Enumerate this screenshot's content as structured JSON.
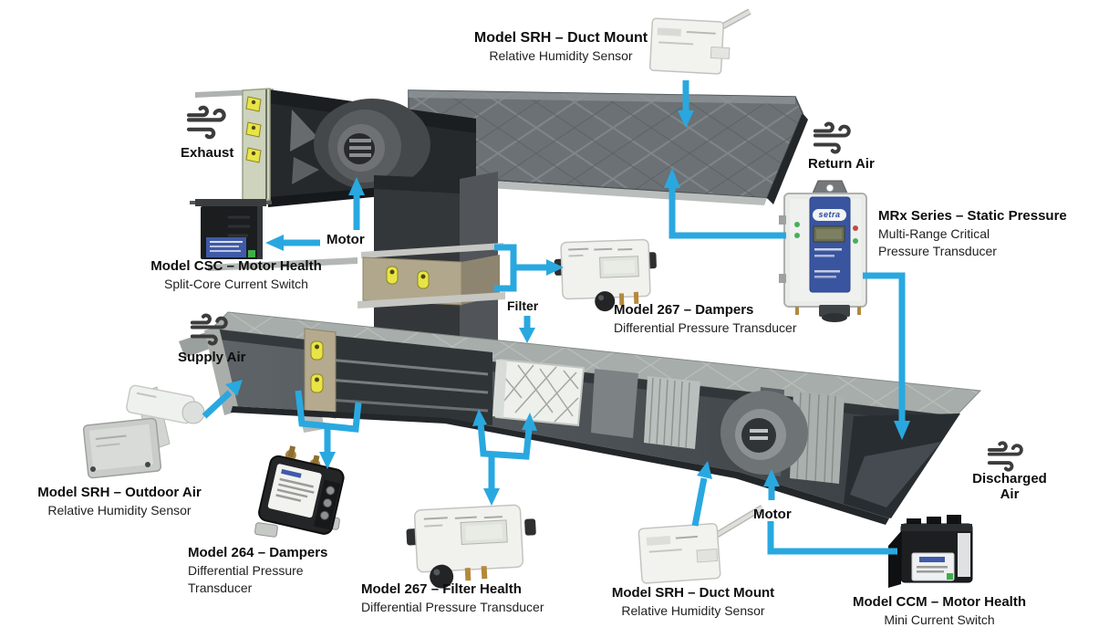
{
  "airflow": {
    "exhaust": {
      "label": "Exhaust",
      "icon": "wind-icon"
    },
    "supply_air": {
      "label": "Supply Air",
      "icon": "wind-icon"
    },
    "return_air": {
      "label": "Return Air",
      "icon": "wind-icon"
    },
    "discharged_air": {
      "line1": "Discharged",
      "line2": "Air",
      "icon": "wind-icon"
    }
  },
  "annotations": {
    "motor_top": "Motor",
    "motor_bottom": "Motor",
    "filter": "Filter"
  },
  "products": {
    "srh_duct_mount_top": {
      "title": "Model SRH – Duct Mount",
      "subtitle": "Relative Humidity Sensor"
    },
    "mrx_static_pressure": {
      "title": "MRx Series – Static Pressure",
      "subtitle_line1": "Multi-Range Critical",
      "subtitle_line2": "Pressure Transducer"
    },
    "csc_motor_health": {
      "title": "Model CSC – Motor Health",
      "subtitle": "Split-Core Current Switch"
    },
    "m267_dampers": {
      "title": "Model 267 – Dampers",
      "subtitle": "Differential Pressure Transducer"
    },
    "srh_outdoor_air": {
      "title": "Model SRH – Outdoor Air",
      "subtitle": "Relative Humidity Sensor"
    },
    "m264_dampers": {
      "title": "Model 264 – Dampers",
      "subtitle_line1": "Differential Pressure",
      "subtitle_line2": "Transducer"
    },
    "m267_filter_health": {
      "title": "Model 267 – Filter Health",
      "subtitle": "Differential Pressure Transducer"
    },
    "srh_duct_mount_bottom": {
      "title": "Model SRH – Duct Mount",
      "subtitle": "Relative Humidity Sensor"
    },
    "ccm_motor_health": {
      "title": "Model CCM – Motor Health",
      "subtitle": "Mini Current Switch"
    }
  },
  "device_text": {
    "setra_logo": "setra"
  },
  "colors": {
    "arrow_blue": "#29A8E0",
    "actuator_yellow": "#E9E445",
    "setra_blue": "#3A55A0",
    "label_text": "#141414"
  }
}
